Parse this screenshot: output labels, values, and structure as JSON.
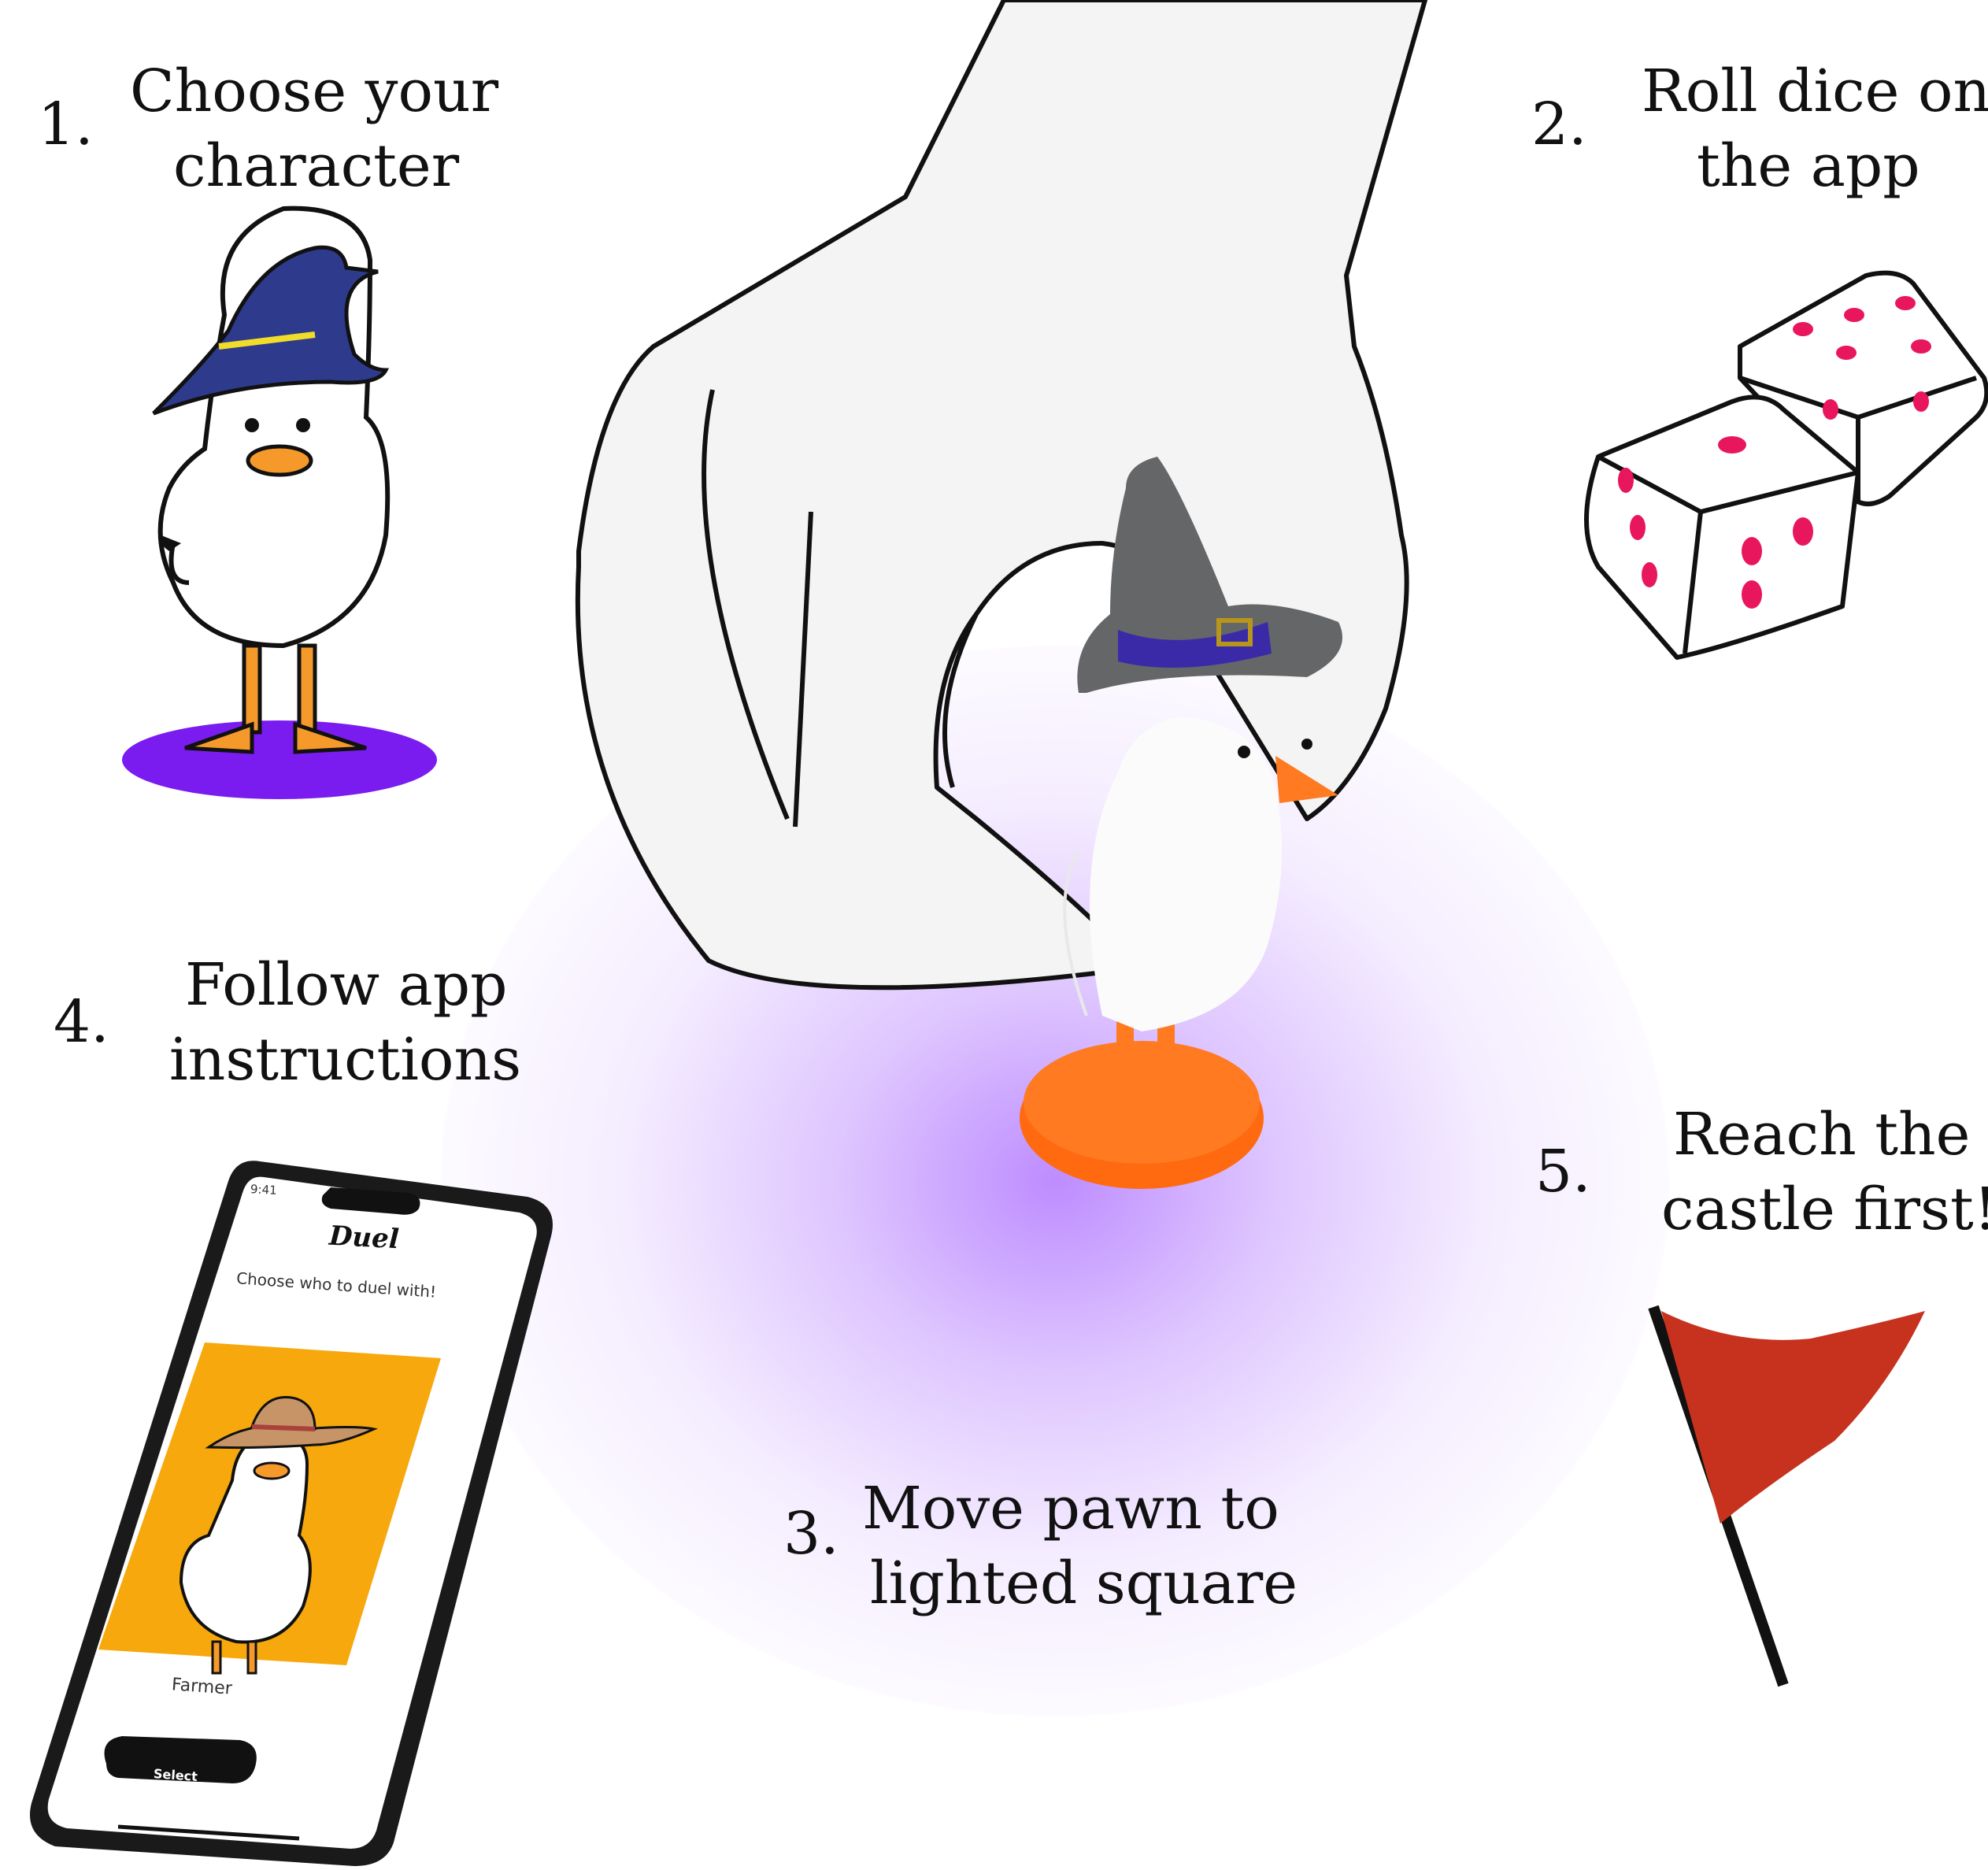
{
  "steps": [
    {
      "num": "1.",
      "line1": "Choose your",
      "line2": "character"
    },
    {
      "num": "2.",
      "line1": "Roll dice on",
      "line2": "the app"
    },
    {
      "num": "3.",
      "line1": "Move pawn to",
      "line2": "lighted square"
    },
    {
      "num": "4.",
      "line1": "Follow app",
      "line2": "instructions"
    },
    {
      "num": "5.",
      "line1": "Reach the",
      "line2": "castle first!"
    }
  ],
  "phone": {
    "time": "9:41",
    "app_title": "Duel",
    "prompt": "Choose who to duel with!",
    "character_name": "Farmer",
    "select_label": "Select"
  },
  "icons": {
    "wizard": "wizard-duck-icon",
    "dice": "dice-icon",
    "flag": "flag-icon",
    "hand": "hand-icon",
    "pawn": "duck-pawn-icon",
    "farmer": "farmer-duck-icon"
  },
  "colors": {
    "glow": "#b278ff",
    "wizard_hat": "#2e3a8c",
    "wizard_base": "#7a1cf0",
    "dice_pips": "#e8175d",
    "flag": "#c7321e",
    "card_bg": "#f7a80c",
    "duck_beak": "#f59a2a",
    "pawn_base": "#ff6a10"
  }
}
